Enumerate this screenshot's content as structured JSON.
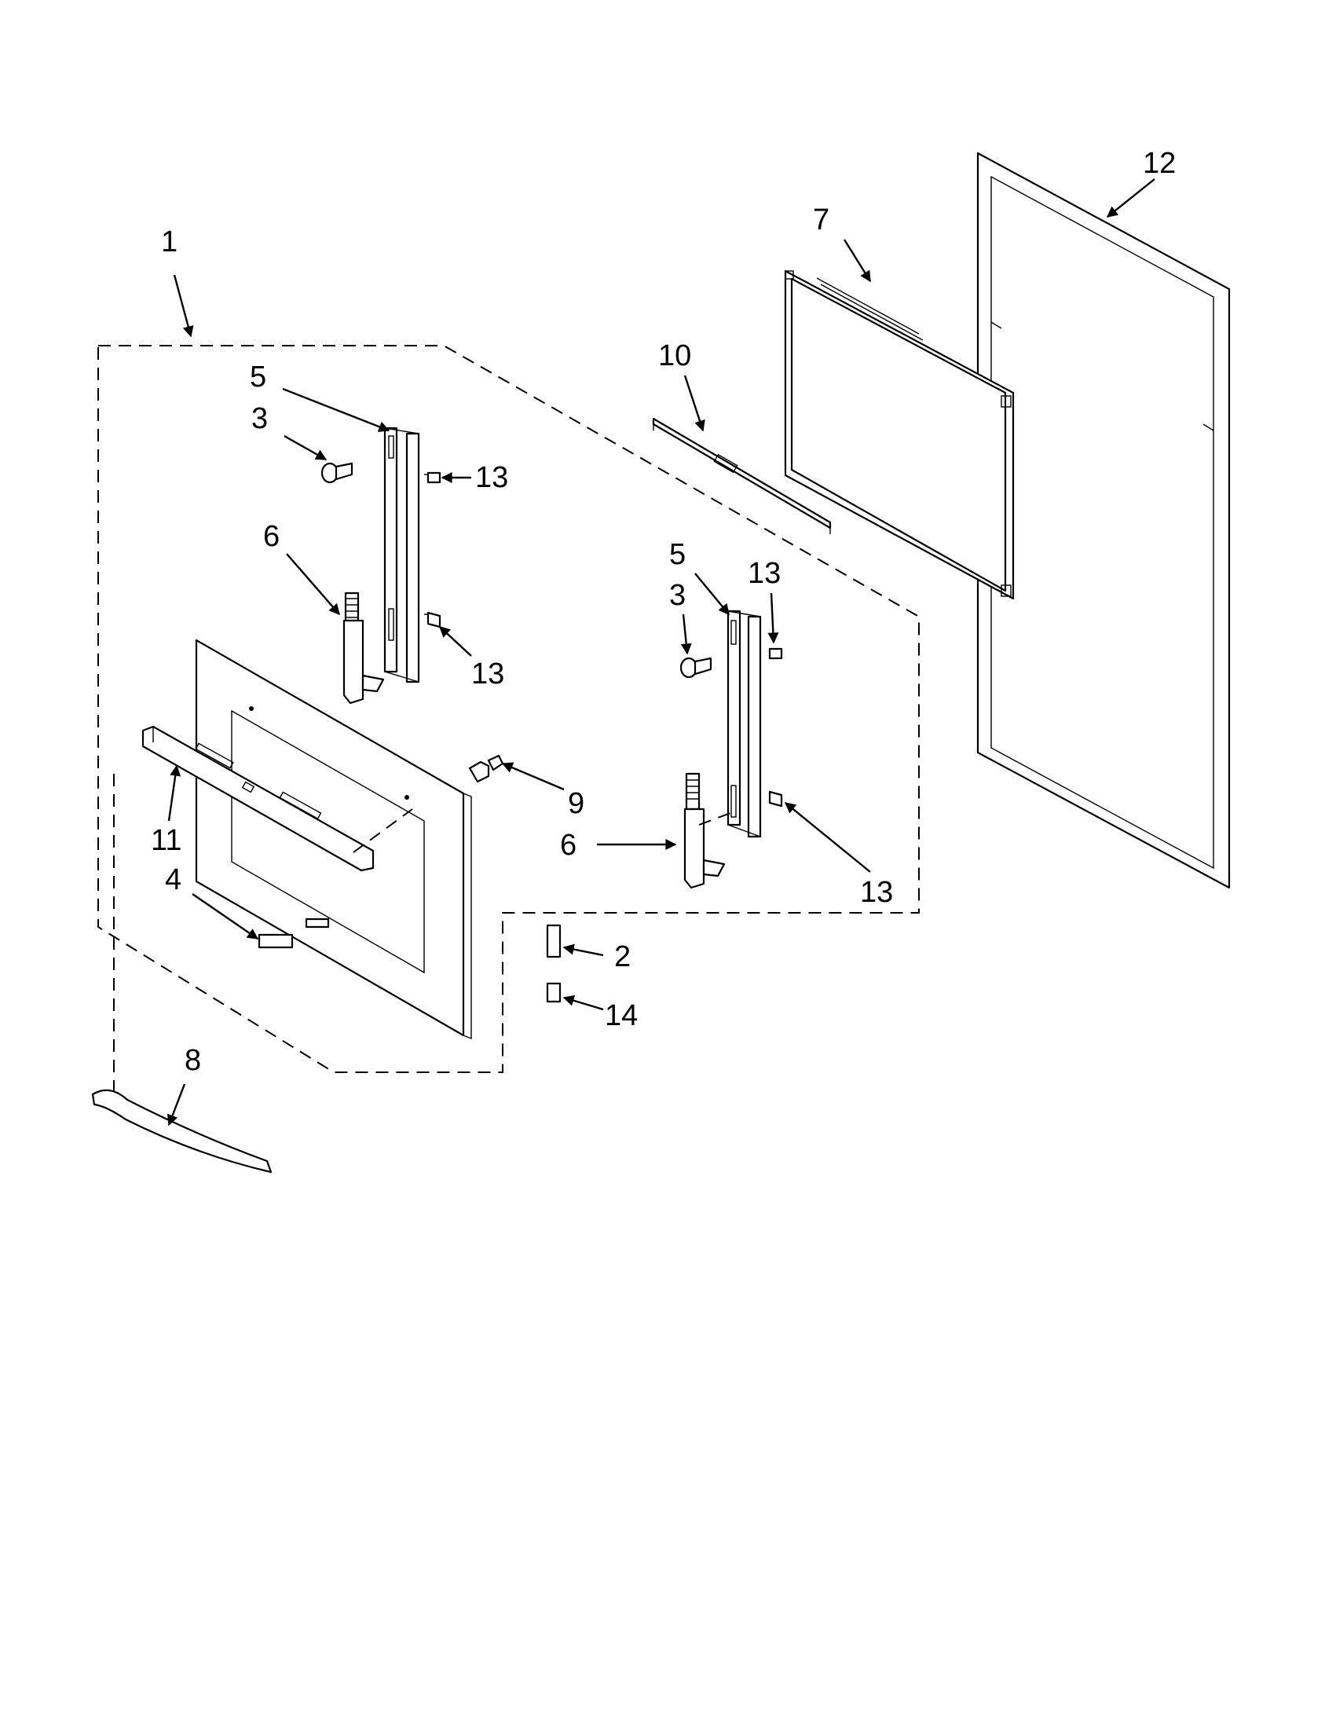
{
  "callouts": {
    "c1": "1",
    "c2": "2",
    "c3a": "3",
    "c3b": "3",
    "c4": "4",
    "c5a": "5",
    "c5b": "5",
    "c6a": "6",
    "c6b": "6",
    "c7": "7",
    "c8": "8",
    "c9": "9",
    "c10": "10",
    "c11": "11",
    "c12": "12",
    "c13a": "13",
    "c13b": "13",
    "c13c": "13",
    "c13d": "13",
    "c14": "14"
  }
}
